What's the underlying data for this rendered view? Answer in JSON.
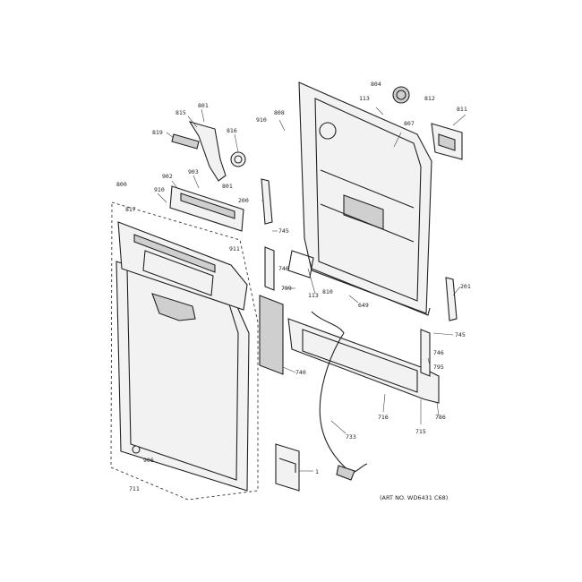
{
  "callouts": {
    "c801a": "801",
    "c815": "815",
    "c819": "819",
    "c816": "816",
    "c902": "902",
    "c903": "903",
    "c801b": "801",
    "c910a": "910",
    "c800": "800",
    "c817": "817",
    "c911": "911",
    "c200": "200",
    "c745a": "745",
    "c746a": "746",
    "c799": "799",
    "c113a": "113",
    "c810": "810",
    "c649": "649",
    "c910b": "910",
    "c808": "808",
    "c804": "804",
    "c113b": "113",
    "c812": "812",
    "c807": "807",
    "c811": "811",
    "c201": "201",
    "c745b": "745",
    "c746b": "746",
    "c795": "795",
    "c740": "740",
    "c716": "716",
    "c715": "715",
    "c786": "786",
    "c733": "733",
    "c1": "1",
    "c906": "906",
    "c711": "711"
  },
  "art_number": "(ART NO. WD6431 C68)"
}
